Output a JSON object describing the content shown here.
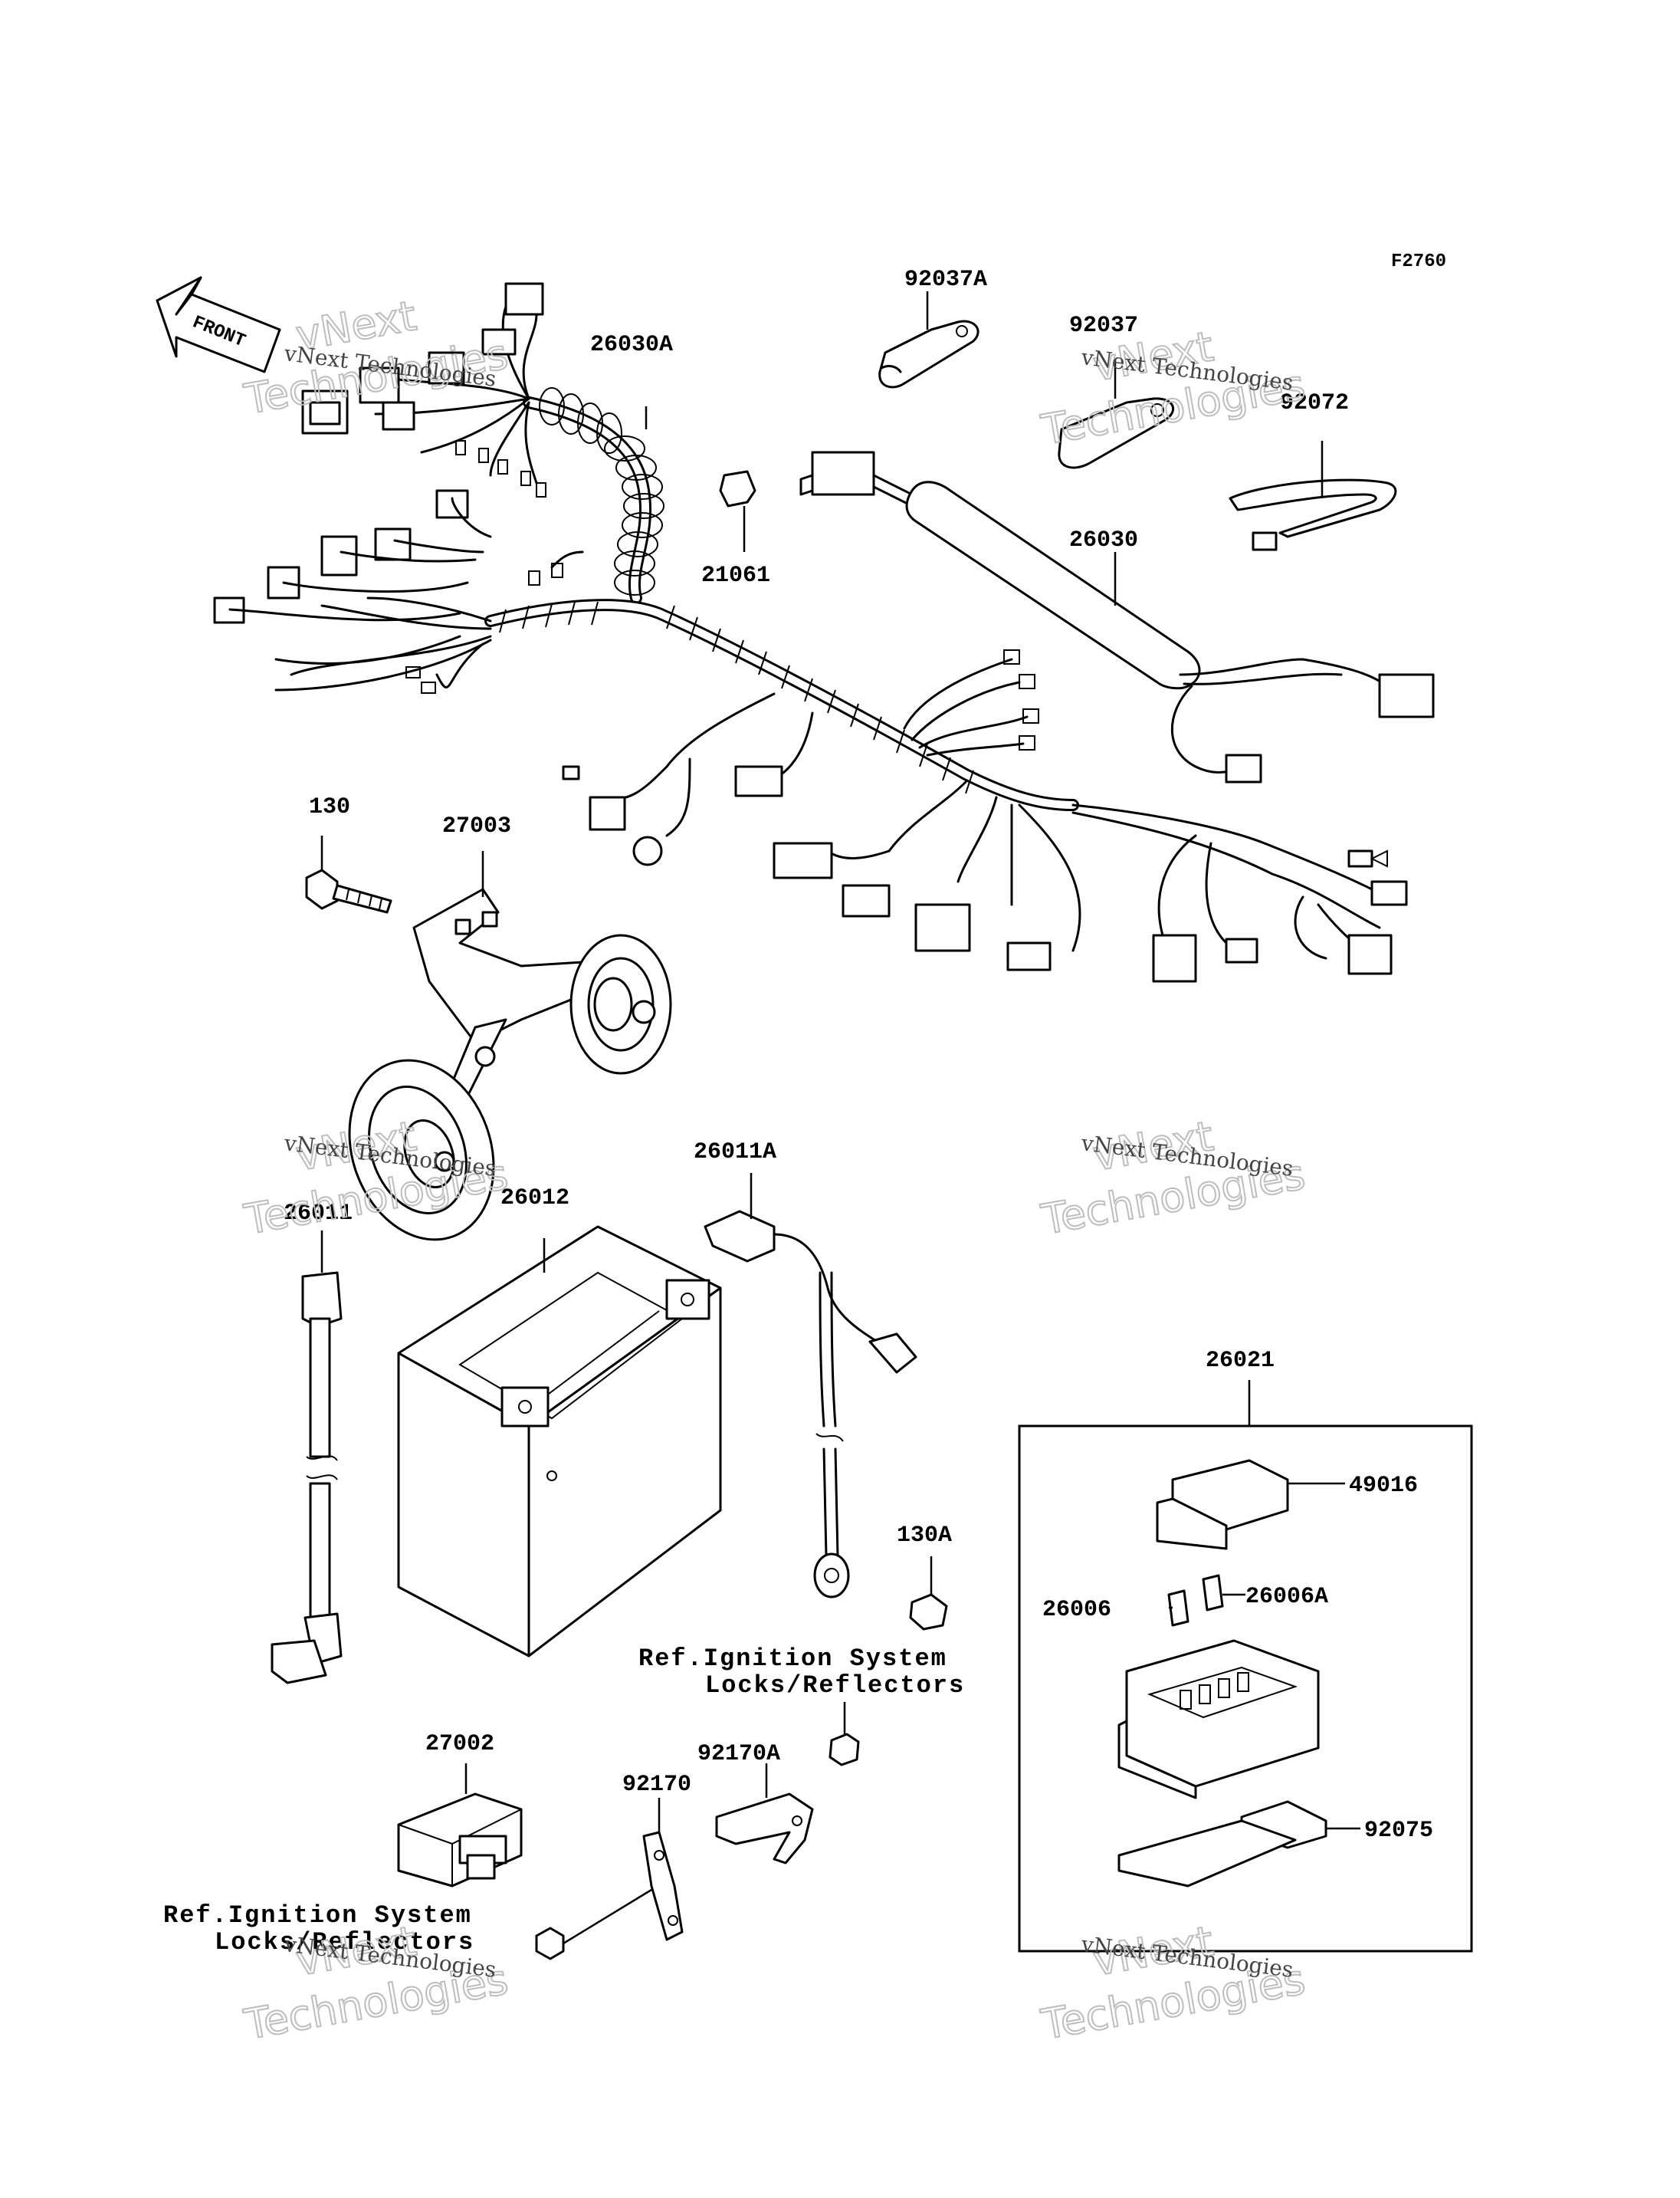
{
  "figure_code": "F2760",
  "front_label": "FRONT",
  "parts": {
    "p92037A": "92037A",
    "p92037": "92037",
    "p92072": "92072",
    "p26030A": "26030A",
    "p21061": "21061",
    "p26030": "26030",
    "p130": "130",
    "p27003": "27003",
    "p26011A": "26011A",
    "p26011": "26011",
    "p26012": "26012",
    "p130A": "130A",
    "p26021": "26021",
    "p49016": "49016",
    "p26006": "26006",
    "p26006A": "26006A",
    "p27002": "27002",
    "p92170A": "92170A",
    "p92170": "92170",
    "p92075": "92075"
  },
  "references": {
    "ref1_line1": "Ref.Ignition System",
    "ref1_line2": "Locks/Reflectors",
    "ref2_line1": "Ref.Ignition System",
    "ref2_line2": "Locks/Reflectors"
  },
  "watermark": {
    "brand": "vNext",
    "name": "Technologies",
    "full": "vNext Technologies"
  }
}
